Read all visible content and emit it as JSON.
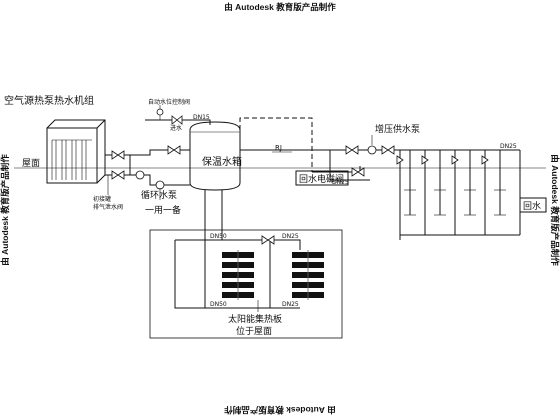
{
  "watermark": {
    "top": "由 Autodesk 教育版产品制作",
    "bottom": "由 Autodesk 教育版产品制作",
    "left": "由 Autodesk 教育版产品制作",
    "right": "由 Autodesk 教育版产品制作"
  },
  "labels": {
    "heat_pump_unit": "空气源热泵热水机组",
    "roof": "屋面",
    "auto_control_valve": "自动水位控制阀",
    "inlet": "进水",
    "dn15": "DN15",
    "insulated_tank": "保温水箱",
    "rj": "RJ",
    "booster_pump": "增压供水泵",
    "circulation_pump_line1": "循环水泵",
    "circulation_pump_line2": "一用一备",
    "drain_note_line1": "初接罐",
    "drain_note_line2": "排气泄水阀",
    "return_solenoid": "回水电磁阀",
    "dn25_supply": "DN25",
    "dn25_right": "DN25",
    "return_right": "回水",
    "dn50_top": "DN50",
    "dn25_top": "DN25",
    "dn50_bottom": "DN50",
    "dn25_bottom": "DN25",
    "solar_line1": "太阳能集热板",
    "solar_line2": "位于屋面"
  },
  "colors": {
    "line": "#111111",
    "background": "#ffffff"
  }
}
